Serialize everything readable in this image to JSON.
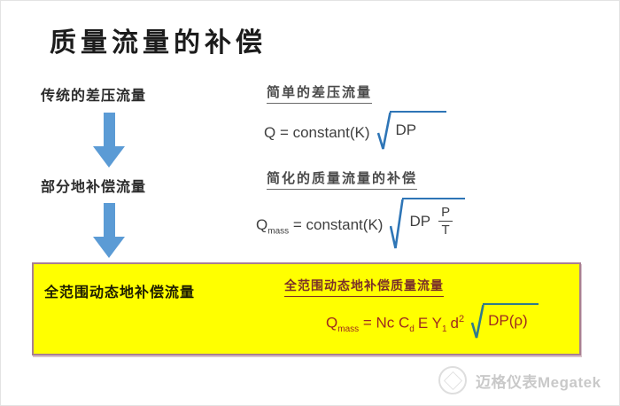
{
  "title": "质量流量的补偿",
  "flow": {
    "step1": "传统的差压流量",
    "step2": "部分地补偿流量",
    "step3": "全范围动态地补偿流量"
  },
  "right": {
    "section1": {
      "heading": "简单的差压流量",
      "lhs": "Q = constant(K)",
      "radicand": "DP"
    },
    "section2": {
      "heading": "简化的质量流量的补偿",
      "q": "Q",
      "q_sub": "mass",
      "eq": " = constant(K)",
      "radicand_main": "DP",
      "frac_num": "P",
      "frac_den": "T"
    },
    "section3": {
      "heading": "全范围动态地补偿质量流量",
      "q": "Q",
      "q_sub": "mass",
      "t1": " = Nc C",
      "s1": "d",
      "t2": "E Y",
      "s2": "1",
      "t3": "d",
      "sup2": "2",
      "radicand": "DP(ρ)"
    }
  },
  "watermark": {
    "text": "迈格仪表Megatek"
  },
  "colors": {
    "arrow_blue": "#5b9bd5",
    "radical_blue": "#2e75b6",
    "radical_teal": "#2f7a8c",
    "box_yellow": "#ffff00",
    "box_border": "#a87f92",
    "box_formula_red": "#9e2b1f",
    "watermark_gray": "#c9c9c9"
  }
}
